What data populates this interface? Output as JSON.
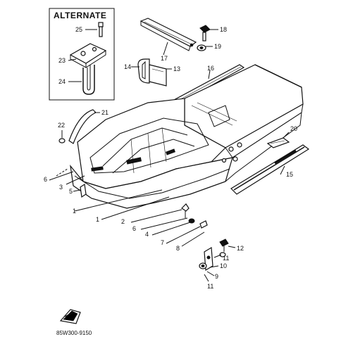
{
  "inset": {
    "title": "ALTERNATE"
  },
  "callouts": {
    "c1": "1",
    "c2": "2",
    "c3": "3",
    "c4": "4",
    "c5": "5",
    "c6a": "6",
    "c6b": "6",
    "c7": "7",
    "c8": "8",
    "c9": "9",
    "c10": "10",
    "c11a": "11",
    "c11b": "11",
    "c12": "12",
    "c13": "13",
    "c14": "14",
    "c15": "15",
    "c16": "16",
    "c17": "17",
    "c18": "18",
    "c19": "19",
    "c20": "20",
    "c21": "21",
    "c22": "22",
    "c23": "23",
    "c24": "24",
    "c25": "25"
  },
  "diagram_code": "85W300-9150",
  "colors": {
    "ink": "#111111",
    "paper": "#ffffff"
  }
}
